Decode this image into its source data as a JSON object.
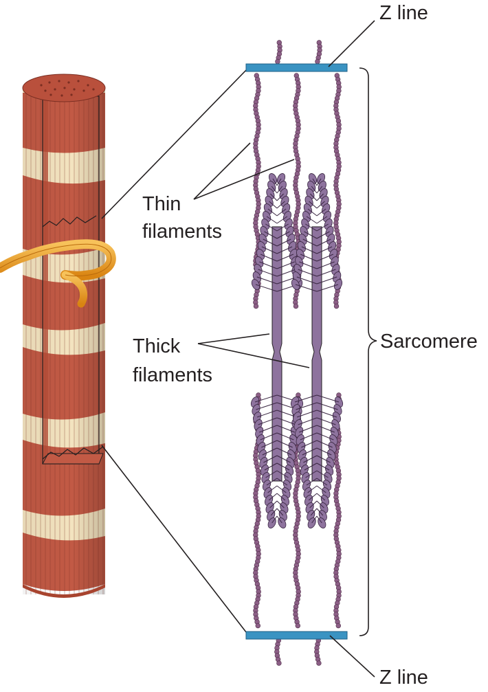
{
  "labels": {
    "z_line_top": "Z line",
    "z_line_bottom": "Z line",
    "thin_line1": "Thin",
    "thin_line2": "filaments",
    "thick_line1": "Thick",
    "thick_line2": "filaments",
    "sarcomere": "Sarcomere"
  },
  "colors": {
    "z_disc": "#3a93c2",
    "filament": "#8c5f86",
    "filament_light": "#c9a8c9",
    "myosin": "#8e739e",
    "fiber_red": "#c25a45",
    "fiber_light": "#f3e3bf",
    "nerve": "#f0a72a"
  },
  "icons": [
    "muscle-fiber-illustration",
    "nerve-fiber-illustration"
  ]
}
